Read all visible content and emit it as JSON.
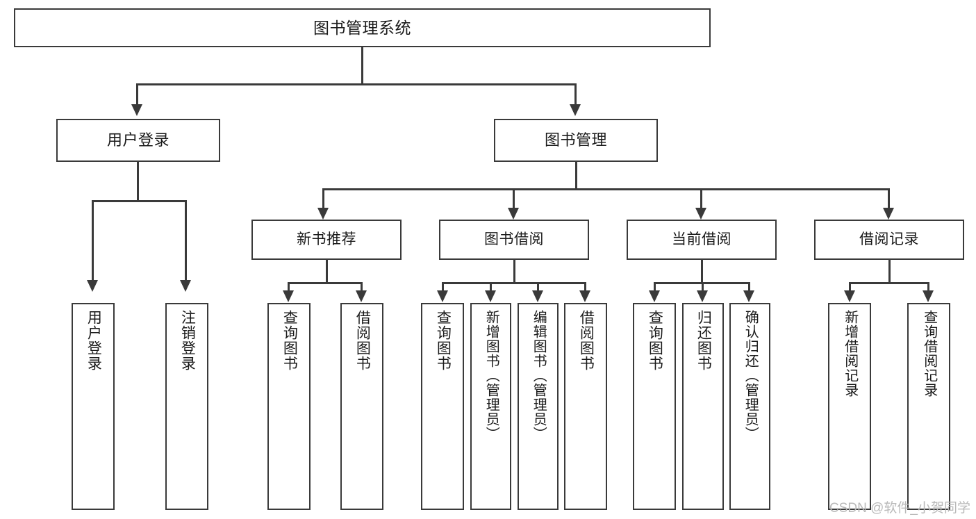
{
  "diagram": {
    "title": "图书管理系统",
    "root": {
      "label": "图书管理系统"
    },
    "level2": [
      {
        "label": "用户登录"
      },
      {
        "label": "图书管理"
      }
    ],
    "level3": [
      {
        "label": "新书推荐"
      },
      {
        "label": "图书借阅"
      },
      {
        "label": "当前借阅"
      },
      {
        "label": "借阅记录"
      }
    ],
    "leaves": {
      "user_login": [
        {
          "label": "用户登录"
        },
        {
          "label": "注销登录"
        }
      ],
      "new_book_recommend": [
        {
          "label": "查询图书"
        },
        {
          "label": "借阅图书"
        }
      ],
      "book_borrow": [
        {
          "label": "查询图书"
        },
        {
          "label": "新增图书（管理员）"
        },
        {
          "label": "编辑图书（管理员）"
        },
        {
          "label": "借阅图书"
        }
      ],
      "current_borrow": [
        {
          "label": "查询图书"
        },
        {
          "label": "归还图书"
        },
        {
          "label": "确认归还（管理员）"
        }
      ],
      "borrow_records": [
        {
          "label": "新增借阅记录"
        },
        {
          "label": "查询借阅记录"
        }
      ]
    }
  },
  "watermark": {
    "text": "CSDN @软件_小贺同学"
  },
  "colors": {
    "stroke": "#3a3a3a",
    "fill": "#ffffff",
    "text": "#1a1a1a",
    "watermark": "#b9b9b9"
  }
}
